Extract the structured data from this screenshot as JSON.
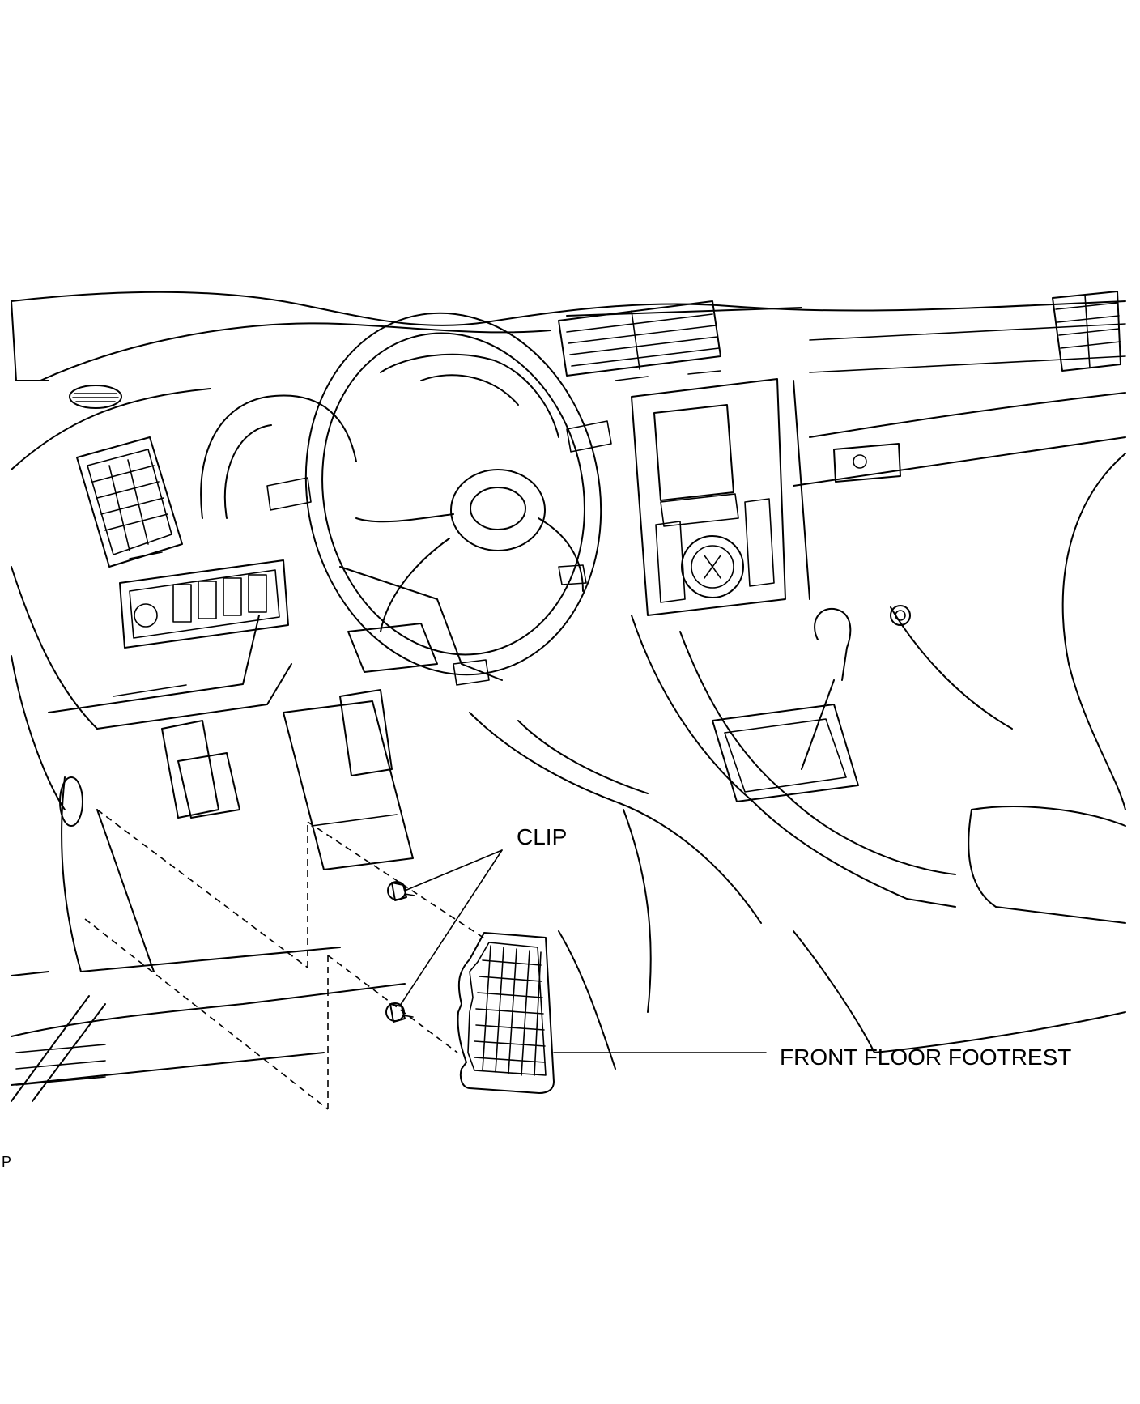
{
  "diagram": {
    "labels": {
      "clip": "CLIP",
      "front_floor_footrest": "FRONT FLOOR FOOTREST",
      "corner_code": "P"
    }
  }
}
